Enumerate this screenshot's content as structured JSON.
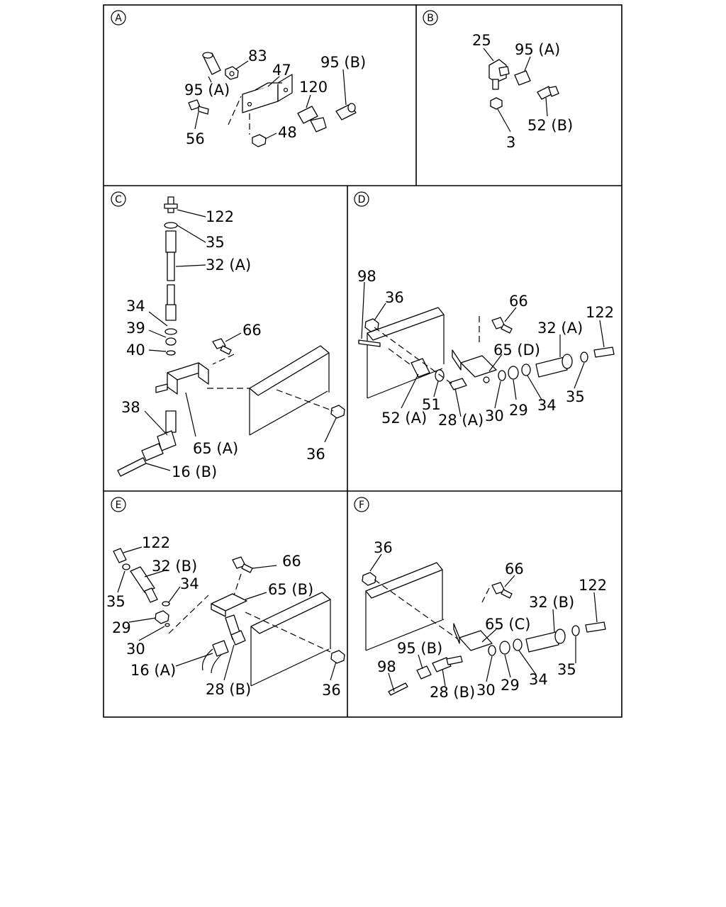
{
  "sections": [
    {
      "letter": "A",
      "labels": [
        "83",
        "95 (B)",
        "47",
        "95 (A)",
        "120",
        "56",
        "48"
      ]
    },
    {
      "letter": "B",
      "labels": [
        "25",
        "95 (A)",
        "52 (B)",
        "3"
      ]
    },
    {
      "letter": "C",
      "labels": [
        "122",
        "35",
        "32 (A)",
        "34",
        "66",
        "39",
        "40",
        "38",
        "65 (A)",
        "36",
        "16 (B)"
      ]
    },
    {
      "letter": "D",
      "labels": [
        "98",
        "36",
        "66",
        "122",
        "32 (A)",
        "65 (D)",
        "51",
        "52 (A)",
        "28 (A)",
        "30",
        "29",
        "34",
        "35"
      ]
    },
    {
      "letter": "E",
      "labels": [
        "122",
        "32 (B)",
        "66",
        "34",
        "65 (B)",
        "35",
        "29",
        "30",
        "16 (A)",
        "28 (B)",
        "36"
      ]
    },
    {
      "letter": "F",
      "labels": [
        "36",
        "66",
        "122",
        "32 (B)",
        "65 (C)",
        "95 (B)",
        "98",
        "35",
        "28 (B)",
        "30",
        "29",
        "34"
      ]
    }
  ]
}
